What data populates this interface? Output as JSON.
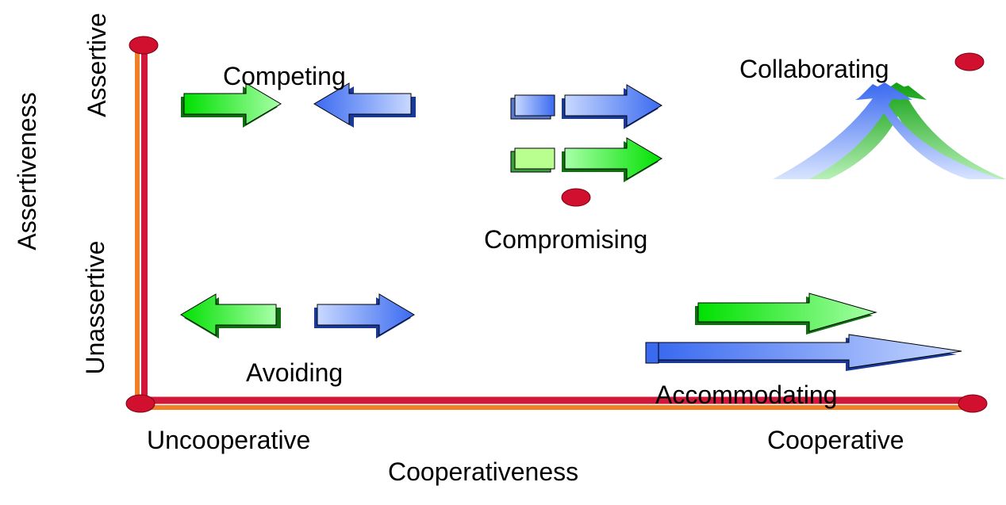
{
  "axes": {
    "y_title": "Assertiveness",
    "y_high": "Assertive",
    "y_low": "Unassertive",
    "x_title": "Cooperativeness",
    "x_low": "Uncooperative",
    "x_high": "Cooperative"
  },
  "modes": {
    "competing": "Competing",
    "collaborating": "Collaborating",
    "compromising": "Compromising",
    "avoiding": "Avoiding",
    "accommodating": "Accommodating"
  },
  "colors": {
    "axis_red": "#d2183a",
    "axis_orange": "#f08028",
    "green": "#22dd22",
    "blue": "#4c7bf2",
    "marker": "#d0102e"
  }
}
